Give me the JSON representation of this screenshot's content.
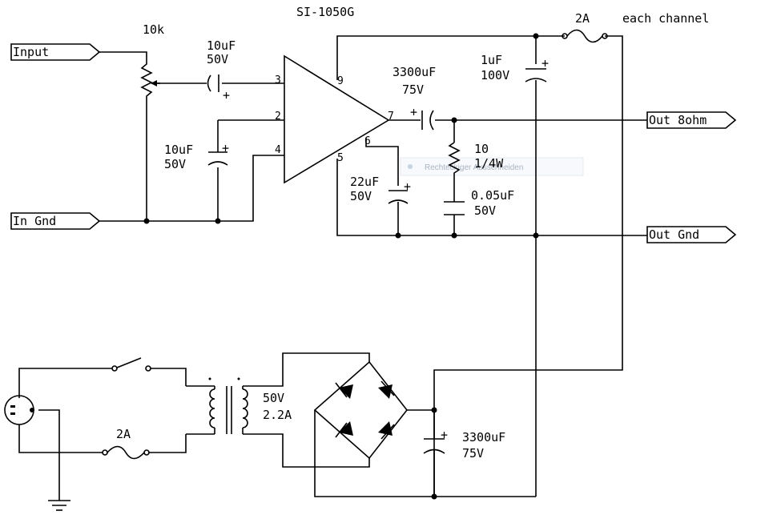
{
  "title": "SI-1050G",
  "note": "each channel",
  "connectors": {
    "input": "Input",
    "in_gnd": "In Gnd",
    "out_8ohm": "Out 8ohm",
    "out_gnd": "Out Gnd"
  },
  "pins": [
    "3",
    "2",
    "4",
    "9",
    "7",
    "6",
    "5"
  ],
  "components": {
    "pot": "10k",
    "c_in": [
      "10uF",
      "50V"
    ],
    "c_fb": [
      "10uF",
      "50V"
    ],
    "c_out": [
      "3300uF",
      "75V"
    ],
    "c_supply": [
      "1uF",
      "100V"
    ],
    "fuse_top": "2A",
    "r_zobel": [
      "10",
      "1/4W"
    ],
    "c_zobel": [
      "0.05uF",
      "50V"
    ],
    "c_boot": [
      "22uF",
      "50V"
    ],
    "transformer": [
      "50V",
      "2.2A"
    ],
    "fuse_mains": "2A",
    "c_filter": [
      "3300uF",
      "75V"
    ]
  },
  "overlay_tooltip": "Rechteckiger Ausschneiden"
}
